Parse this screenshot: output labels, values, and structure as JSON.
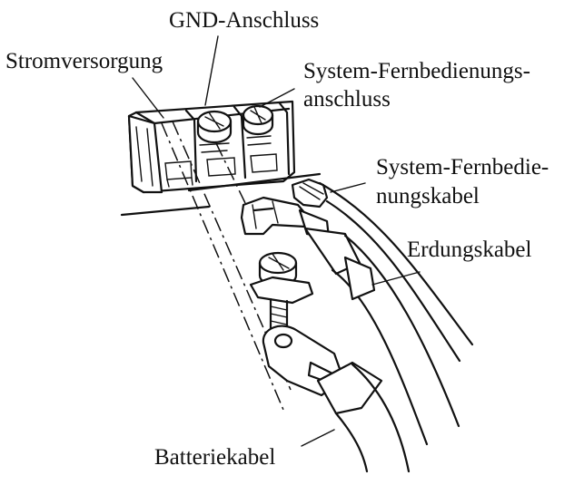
{
  "labels": {
    "gnd_terminal": "GND-Anschluss",
    "power_supply": "Stromversorgung",
    "remote_terminal_line1": "System-Fernbedienungs-",
    "remote_terminal_line2": "anschluss",
    "remote_cable_line1": "System-Fernbedie-",
    "remote_cable_line2": "nungskabel",
    "ground_cable": "Erdungskabel",
    "battery_cable": "Batteriekabel"
  }
}
